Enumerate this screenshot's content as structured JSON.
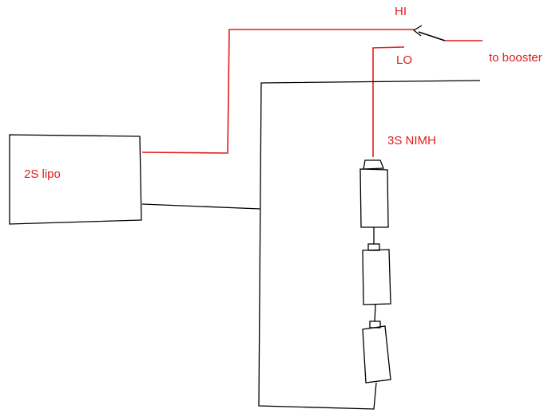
{
  "labels": {
    "battery_main": "2S lipo",
    "battery_pack": "3S NIMH",
    "switch_hi": "HI",
    "switch_lo": "LO",
    "output": "to booster"
  },
  "colors": {
    "positive_wire": "#e11b1b",
    "ground_wire": "#000000",
    "label_text": "#e11b1b",
    "background": "#ffffff"
  }
}
